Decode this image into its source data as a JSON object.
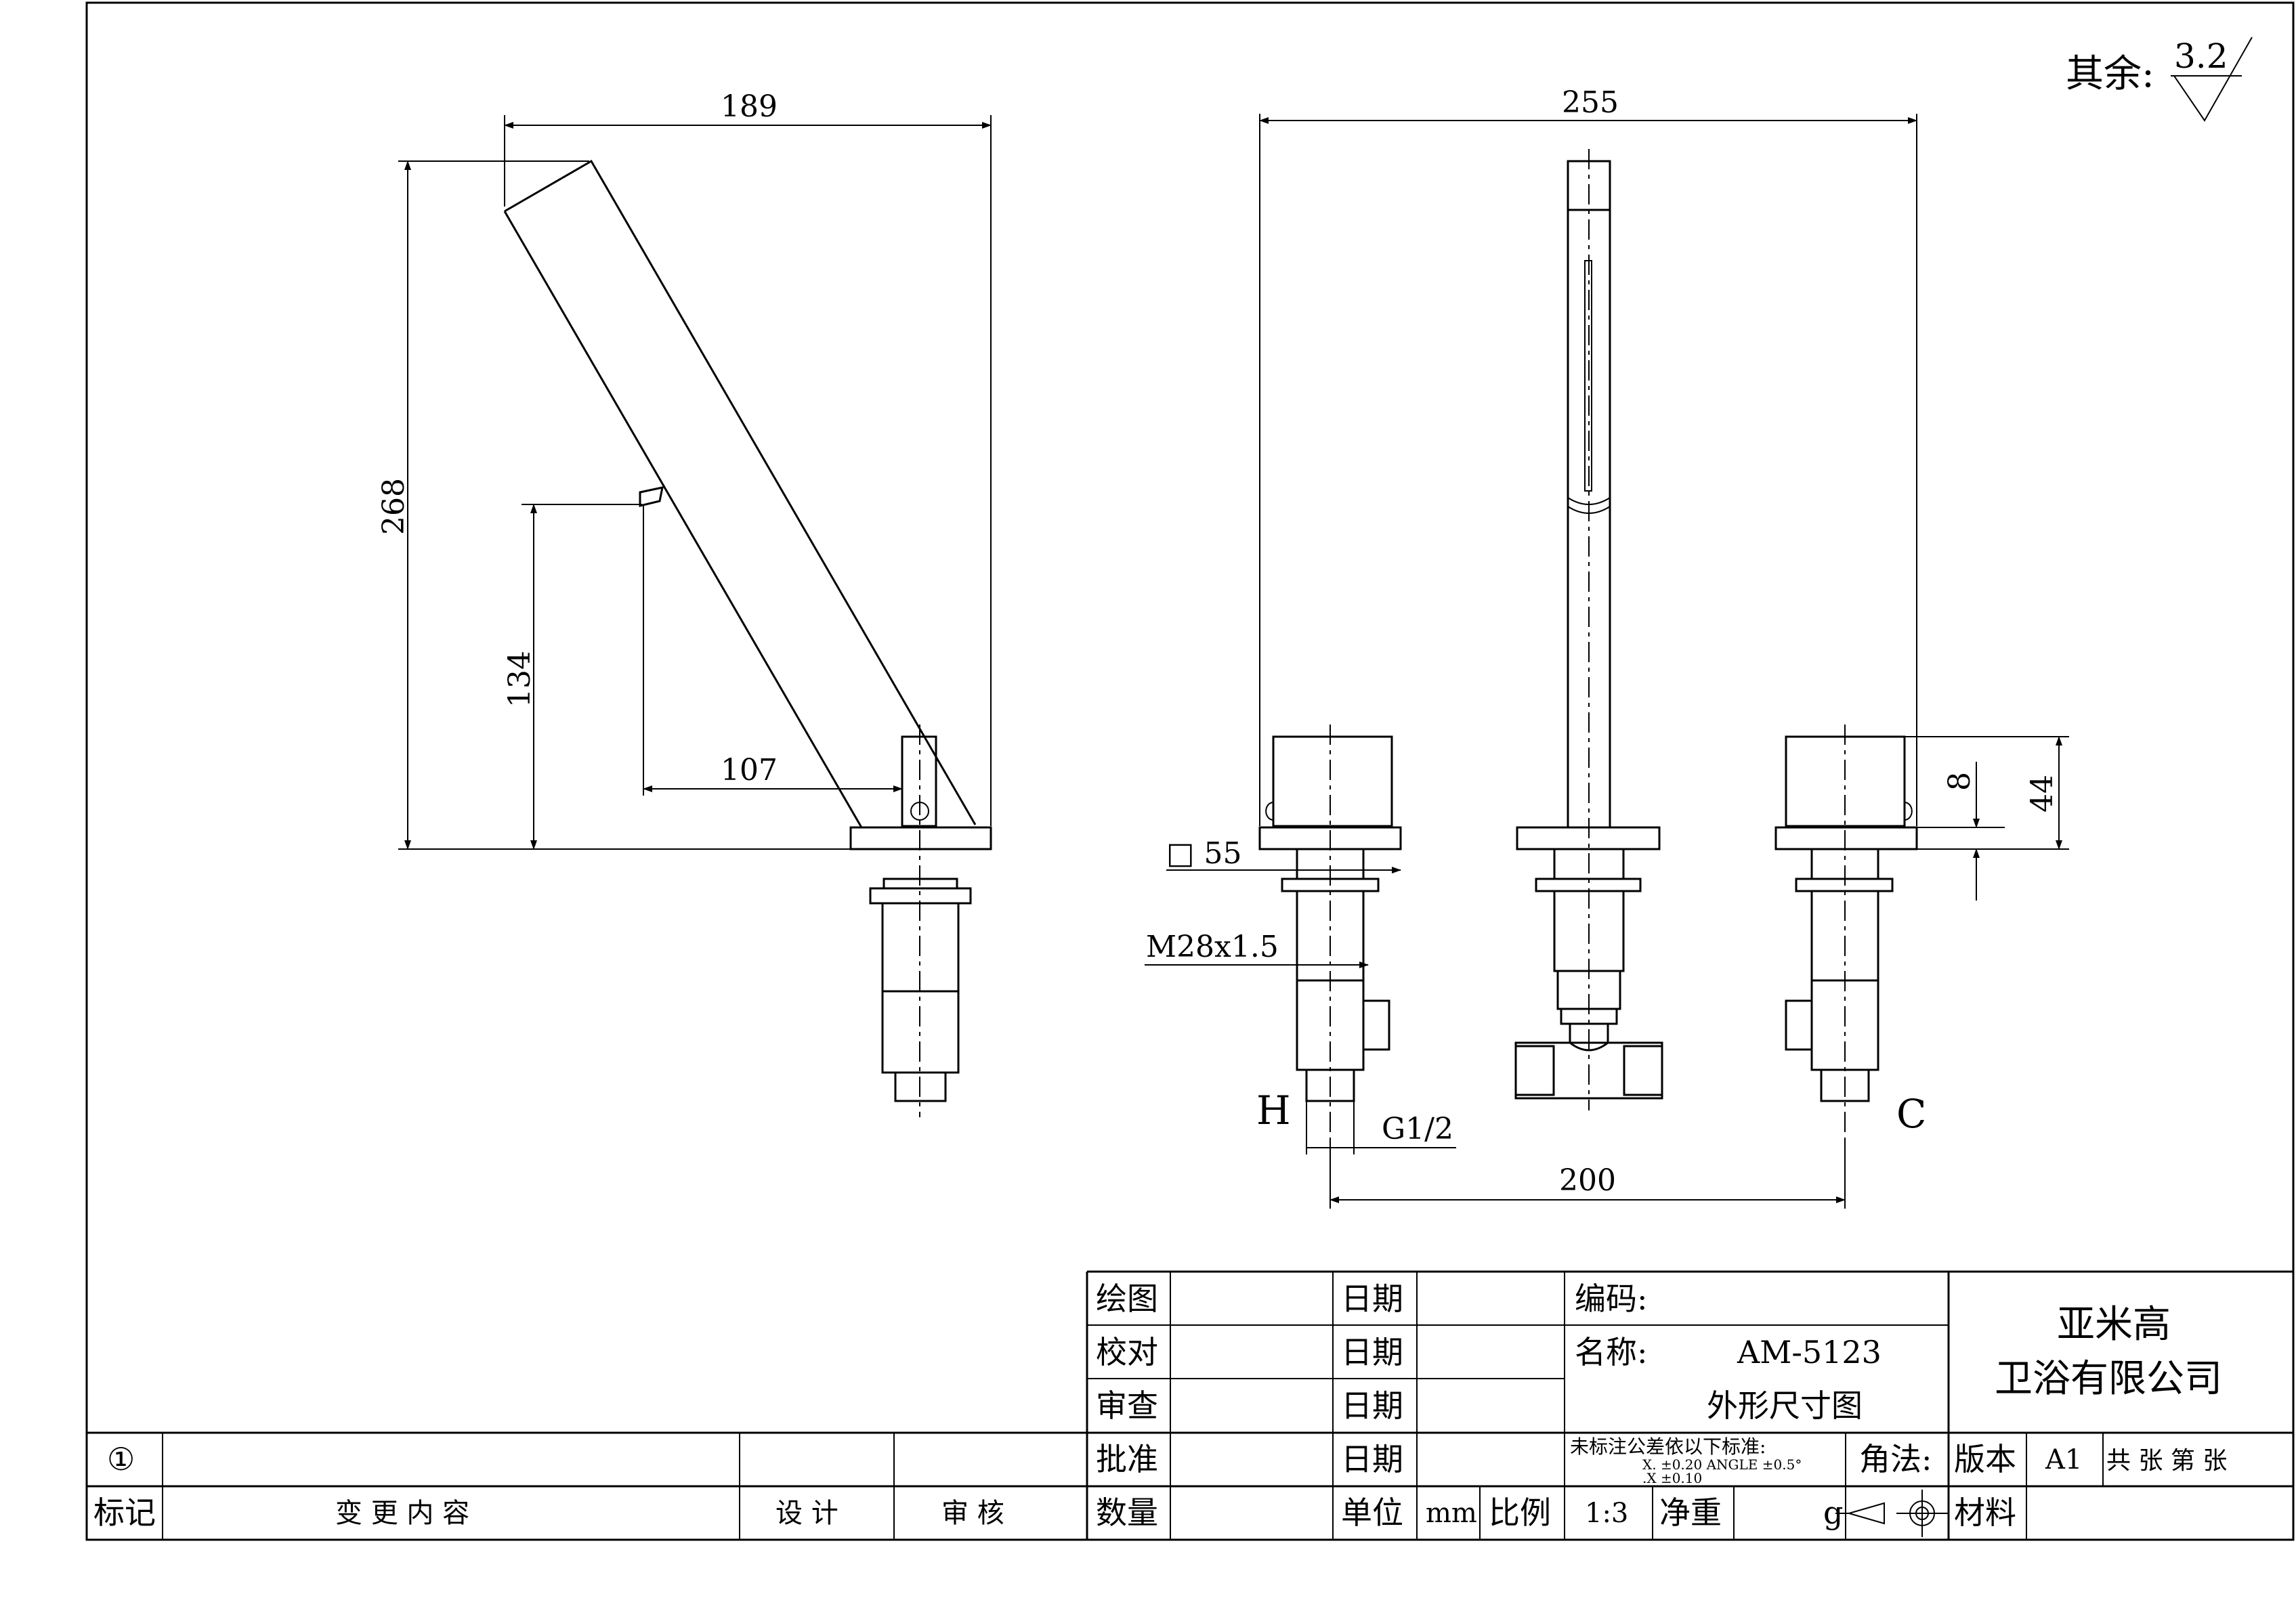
{
  "surface_finish": {
    "label": "其余:",
    "value": "3.2"
  },
  "dimensions": {
    "side_width": "189",
    "side_height": "268",
    "side_mid_height": "134",
    "side_reach": "107",
    "front_width": "255",
    "base_square": "□ 55",
    "thread": "M28x1.5",
    "pipe_thread": "G1/2",
    "center_distance": "200",
    "handle_gap": "8",
    "handle_height": "44"
  },
  "ports": {
    "hot": "H",
    "cold": "C"
  },
  "title_block": {
    "drawn_label": "绘图",
    "checked_label": "校对",
    "reviewed_label": "审查",
    "approved_label": "批准",
    "quantity_label": "数量",
    "date_label": "日期",
    "unit_label": "单位",
    "unit_value": "mm",
    "scale_label": "比例",
    "scale_value": "1:3",
    "weight_label": "净重",
    "weight_unit": "g",
    "code_label": "编码:",
    "name_label": "名称:",
    "model": "AM-5123",
    "drawing_title": "外形尺寸图",
    "company_line1": "亚米高",
    "company_line2": "卫浴有限公司",
    "tolerance_title": "未标注公差依以下标准:",
    "tolerance_line1": "X.        ±0.20   ANGLE   ±0.5°",
    "tolerance_line2": ".X        ±0.10",
    "projection_label": "角法:",
    "version_label": "版本",
    "version_value": "A1",
    "sheets_text": "共    张  第    张",
    "material_label": "材料",
    "revision_mark": "①",
    "mark_label": "标记",
    "change_label": "变  更  内  容",
    "design_label": "设  计",
    "audit_label": "审  核"
  }
}
